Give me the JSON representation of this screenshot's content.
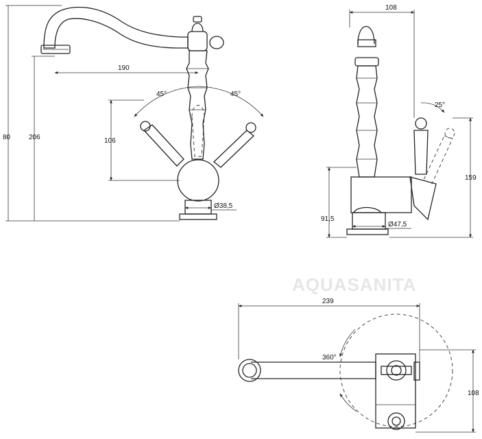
{
  "brand": "AQUASANITA",
  "front_view": {
    "height_total": "80",
    "height_spout": "206",
    "spout_reach": "190",
    "handle_height": "106",
    "angle_left": "45°",
    "angle_right": "45°",
    "base_diameter": "Ø38,5"
  },
  "side_view": {
    "width": "108",
    "handle_angle": "25°",
    "height_handle": "159",
    "height_body": "91,5",
    "base_diameter": "Ø47,5"
  },
  "top_view": {
    "spout_length": "239",
    "rotation": "360°",
    "depth": "108"
  }
}
